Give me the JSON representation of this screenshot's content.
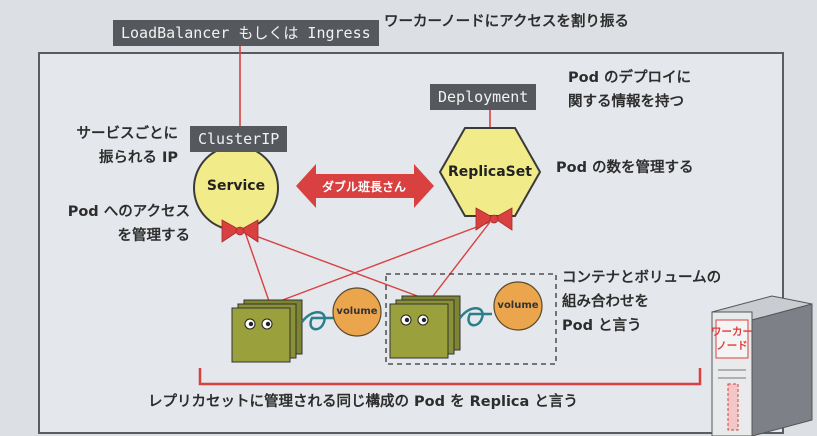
{
  "tags": {
    "loadbalancer": "LoadBalancer もしくは Ingress",
    "clusterip": "ClusterIP",
    "deployment": "Deployment"
  },
  "notes": {
    "lb": "ワーカーノードにアクセスを割り振る",
    "deploy_line1": "Pod のデプロイに",
    "deploy_line2": "関する情報を持つ",
    "svc_line1": "サービスごとに",
    "svc_line2": "振られる IP",
    "access_line1": "Pod へのアクセス",
    "access_line2": "を管理する",
    "rs": "Pod の数を管理する",
    "pod_line1": "コンテナとボリュームの",
    "pod_line2": "組み合わせを",
    "pod_line3": "Pod と言う",
    "replica": "レプリカセットに管理される同じ構成の Pod を Replica と言う"
  },
  "nodes": {
    "service": "Service",
    "replicaset": "ReplicaSet",
    "volume1": "volume",
    "volume2": "volume"
  },
  "arrow": {
    "label": "ダブル班長さん"
  },
  "server": {
    "label_line1": "ワーカー",
    "label_line2": "ノード"
  },
  "colors": {
    "tag_bg": "#55595d",
    "node_fill": "#f1eb8a",
    "red": "#d94141",
    "volume_fill": "#eba64d",
    "pod_green": "#9aa03c",
    "teal": "#2a7f8a"
  }
}
